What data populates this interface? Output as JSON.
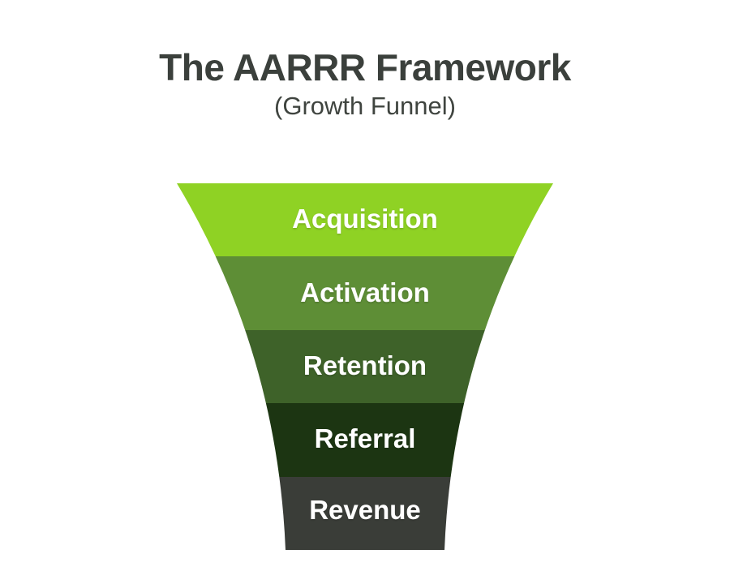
{
  "title": "The AARRR Framework",
  "subtitle": "(Growth Funnel)",
  "colors": {
    "background": "#ffffff",
    "title_text": "#3b403c",
    "subtitle_text": "#3f443f",
    "label_text": "#ffffff"
  },
  "funnel": {
    "type": "funnel",
    "layers": [
      {
        "label": "Acquisition",
        "color": "#8fd224"
      },
      {
        "label": "Activation",
        "color": "#5e8e36"
      },
      {
        "label": "Retention",
        "color": "#3e6229"
      },
      {
        "label": "Referral",
        "color": "#1c3512"
      },
      {
        "label": "Revenue",
        "color": "#3a3d38"
      }
    ]
  }
}
